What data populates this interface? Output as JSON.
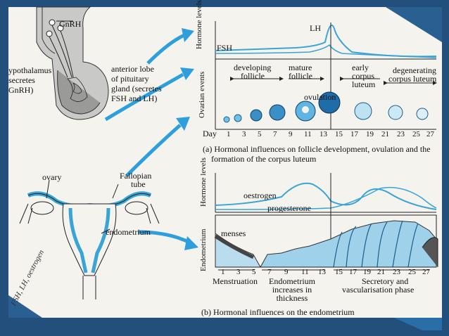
{
  "colors": {
    "frame": "#224f7c",
    "paper": "#f4f3ee",
    "blue": "#3aa4d6",
    "darkblue": "#1b5e8a",
    "arrow": "#2e9fdc"
  },
  "top": {
    "gnrh": "GnRH",
    "hypothalamus": [
      "ypothalamus",
      "secretes",
      "GnRH)"
    ],
    "pituitary": [
      "anterior lobe",
      "of pituitary",
      "gland (secretes",
      "FSH and LH)"
    ],
    "hormone_axis": [
      "Hormone",
      "levels"
    ],
    "ovarian_axis": [
      "Ovarian",
      "events"
    ],
    "lh": "LH",
    "fsh": "FSH",
    "phases": {
      "developing": [
        "developing",
        "follicle"
      ],
      "mature": [
        "mature",
        "follicle"
      ],
      "early": [
        "early",
        "corpus",
        "luteum"
      ],
      "degenerating": [
        "degenerating",
        "corpus luteum"
      ]
    },
    "ovulation": "ovulation",
    "day_label": "Day",
    "days": [
      "1",
      "3",
      "5",
      "7",
      "9",
      "11",
      "13",
      "15",
      "17",
      "19",
      "21",
      "23",
      "25",
      "27"
    ],
    "caption": [
      "(a) Hormonal influences on follicle development, ovulation and the",
      "formation of the corpus luteum"
    ]
  },
  "bottom": {
    "ovary": "ovary",
    "fallopian": [
      "Fallopian",
      "tube"
    ],
    "endometrium_label": "endometrium",
    "hormone_axis": [
      "Hormone",
      "levels"
    ],
    "endometrium_axis": "Endometrium",
    "oestrogen": "oestrogen",
    "progesterone": "progesterone",
    "menses": "menses",
    "days": [
      "1",
      "3",
      "5",
      "7",
      "9",
      "11",
      "13",
      "15",
      "17",
      "19",
      "21",
      "23",
      "25",
      "27"
    ],
    "phases": {
      "menstruation": "Menstruation",
      "endo_increase": [
        "Endometrium",
        "increases in",
        "thickness"
      ],
      "secretory": [
        "Secretory and",
        "vascularisation phase"
      ]
    },
    "caption": "(b) Hormonal influences on the endometrium",
    "handwriting": "FSH, LH, oestrogen"
  }
}
